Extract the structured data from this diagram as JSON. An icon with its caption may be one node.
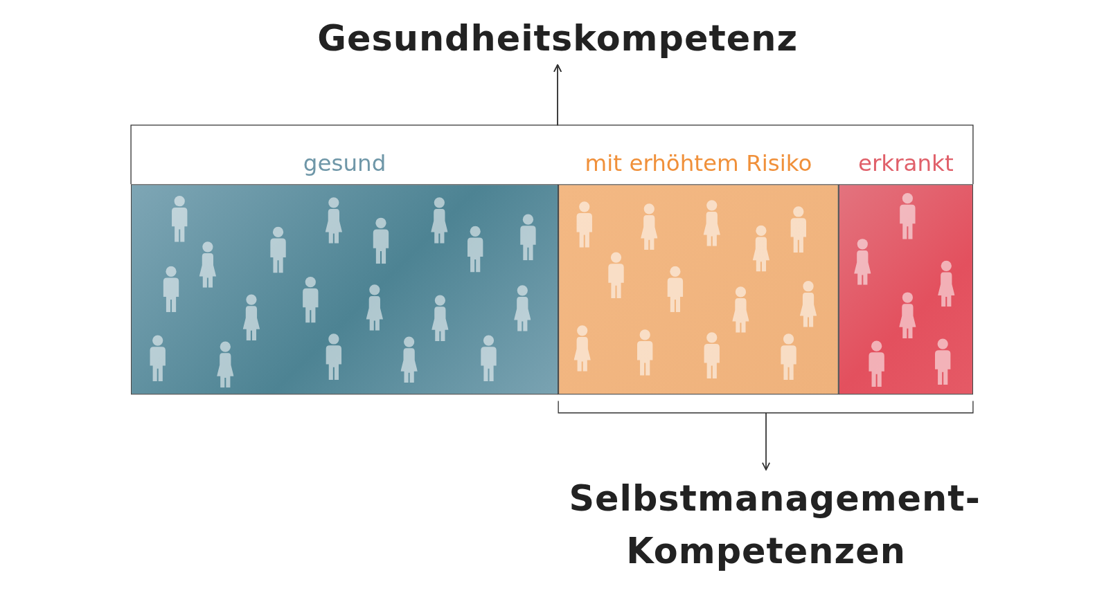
{
  "diagram": {
    "nodes": [
      {
        "text": [
          "Gesundheitskompetenz"
        ]
      },
      {
        "text": [
          "gesund"
        ]
      },
      {
        "text": [
          "mit erhöhtem Risiko"
        ]
      },
      {
        "text": [
          "erkrankt"
        ]
      },
      {
        "text": [
          "Selbstmanagement-Kompetenzen"
        ]
      }
    ],
    "edges": [
      {
        "from": 1,
        "to": 0,
        "arrow": "to"
      },
      {
        "from": 2,
        "to": 0,
        "arrow": "to"
      },
      {
        "from": 3,
        "to": 0,
        "arrow": "to"
      },
      {
        "from": 2,
        "to": 4,
        "arrow": "to"
      },
      {
        "from": 3,
        "to": 4,
        "arrow": "to"
      }
    ]
  }
}
